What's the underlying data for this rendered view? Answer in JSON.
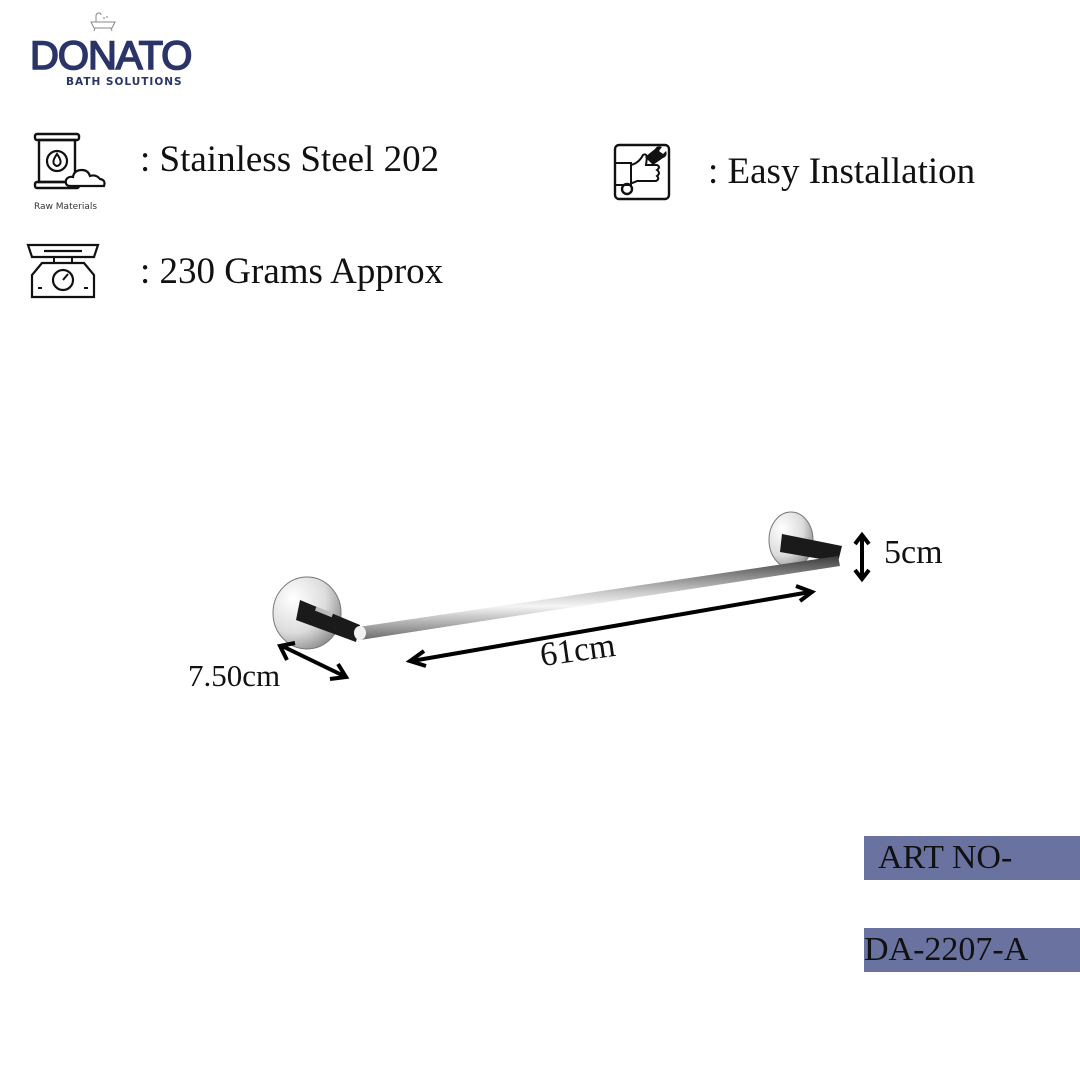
{
  "brand": {
    "name": "DONATO",
    "tagline": "BATH SOLUTIONS",
    "color": "#2a3468"
  },
  "specs": [
    {
      "icon": "raw-materials-icon",
      "caption": "Raw Materials",
      "text": ": Stainless Steel 202"
    },
    {
      "icon": "weighing-scale-icon",
      "caption": "",
      "text": ": 230 Grams Approx"
    },
    {
      "icon": "easy-installation-icon",
      "caption": "",
      "text": ": Easy Installation"
    }
  ],
  "product": {
    "type": "towel-rod",
    "dimensions": {
      "length": "61cm",
      "depth": "7.50cm",
      "height": "5cm"
    }
  },
  "article": {
    "label": "ART NO-",
    "number": "DA-2207-A",
    "box_color": "#6a73a0"
  }
}
